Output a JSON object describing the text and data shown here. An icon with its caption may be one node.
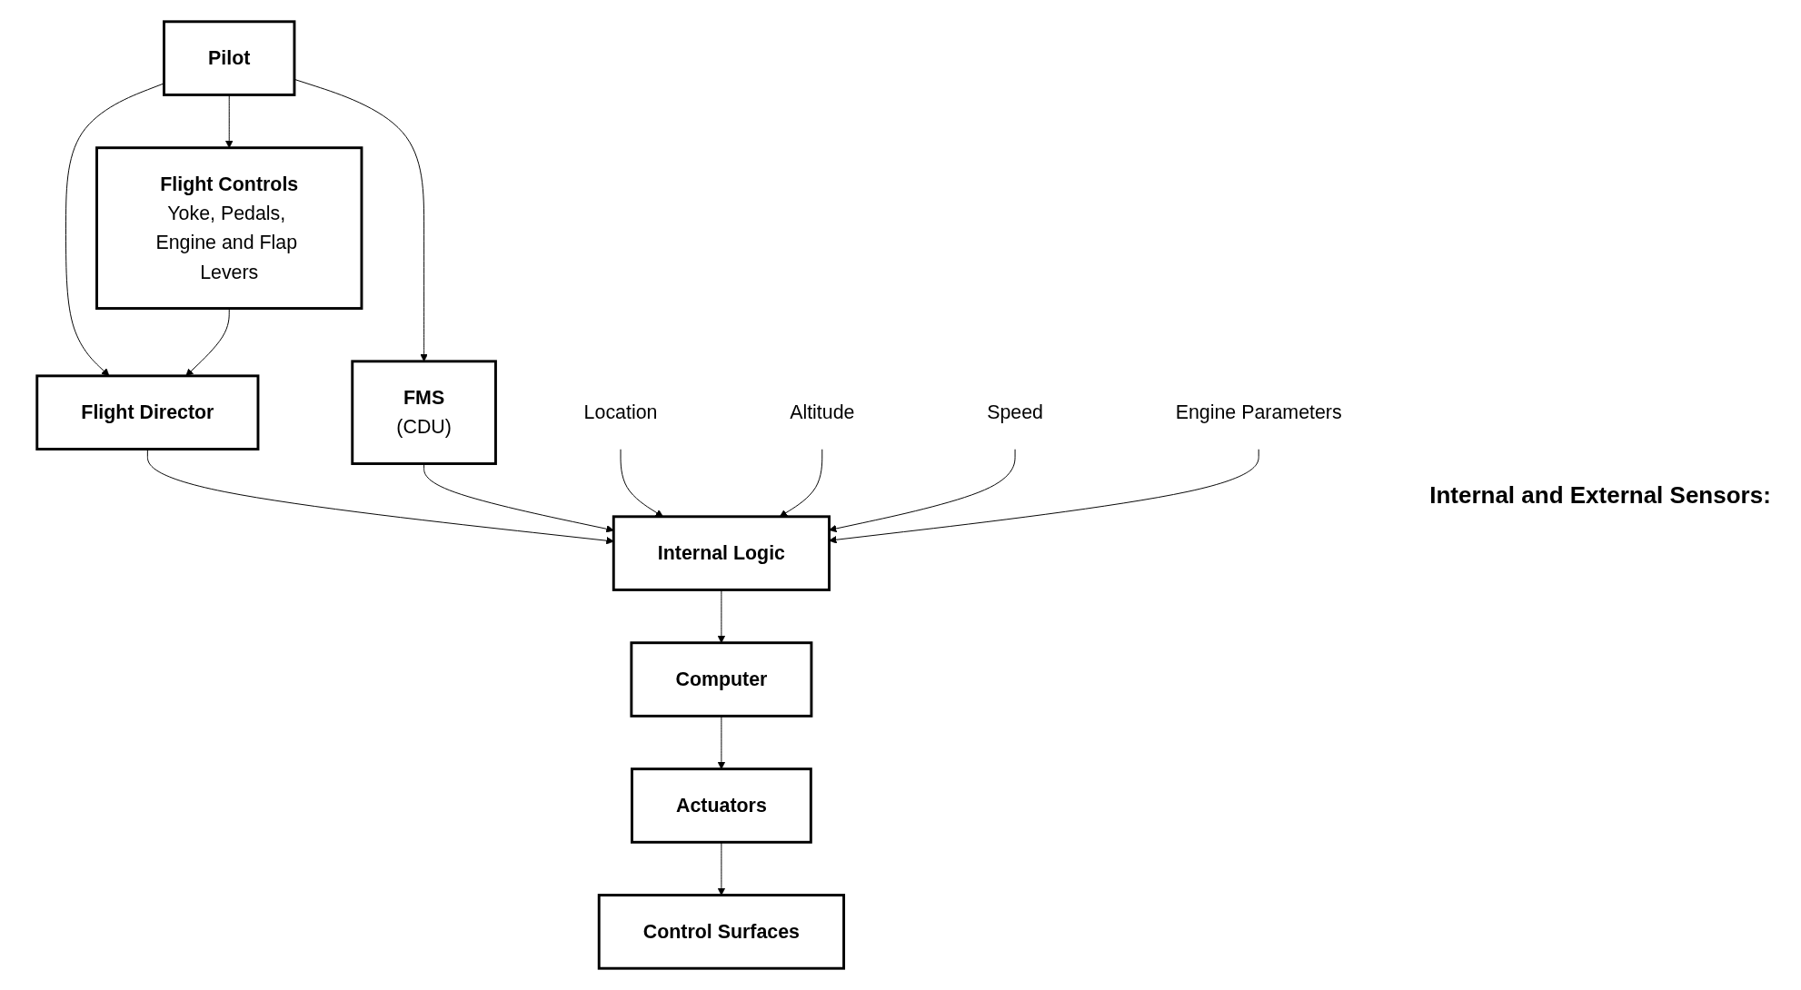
{
  "diagram": {
    "nodes": [
      {
        "text": [
          "Pilot"
        ]
      },
      {
        "text": [
          "Flight Director"
        ]
      },
      {
        "text": [
          "FMS",
          "(CDU)"
        ]
      },
      {
        "text": [
          "Flight Controls",
          "Yoke, Pedals, Engine and Flap Levers"
        ]
      },
      {
        "text": [
          "Internal Logic"
        ]
      },
      {
        "text": [
          "Actuators"
        ]
      },
      {
        "text": [
          "Computer"
        ]
      },
      {
        "text": [
          "Control Surfaces"
        ]
      },
      {
        "text": [
          "Location"
        ]
      },
      {
        "text": [
          "Altitude"
        ]
      },
      {
        "text": [
          "Speed"
        ]
      },
      {
        "text": [
          "Engine Parameters"
        ]
      }
    ],
    "edges": [
      {
        "from": 0,
        "to": 1,
        "arrow": "to"
      },
      {
        "from": 0,
        "to": 2,
        "arrow": "to"
      },
      {
        "from": 0,
        "to": 3,
        "arrow": "to"
      },
      {
        "from": 3,
        "to": 1,
        "arrow": "to"
      },
      {
        "from": 1,
        "to": 4,
        "arrow": "to"
      },
      {
        "from": 2,
        "to": 4,
        "arrow": "to"
      },
      {
        "from": 8,
        "to": 4,
        "arrow": "to"
      },
      {
        "from": 9,
        "to": 4,
        "arrow": "to"
      },
      {
        "from": 10,
        "to": 4,
        "arrow": "to"
      },
      {
        "from": 11,
        "to": 4,
        "arrow": "to"
      },
      {
        "from": 4,
        "to": 6,
        "arrow": "to"
      },
      {
        "from": 6,
        "to": 5,
        "arrow": "to"
      },
      {
        "from": 5,
        "to": 7,
        "arrow": "to"
      }
    ],
    "labels": [
      "Internal and External Sensors:"
    ]
  }
}
